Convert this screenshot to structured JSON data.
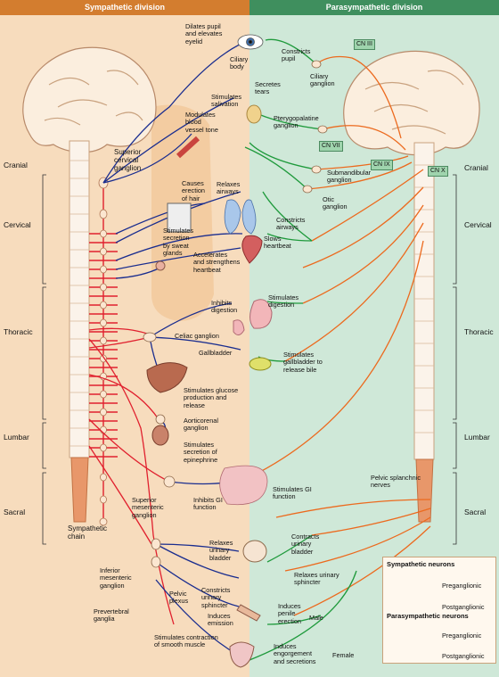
{
  "headers": {
    "left": "Sympathetic division",
    "right": "Parasympathetic division"
  },
  "regions_left": [
    "Cranial",
    "Cervical",
    "Thoracic",
    "Lumbar",
    "Sacral"
  ],
  "regions_right": [
    "Cranial",
    "Cervical",
    "Thoracic",
    "Lumbar",
    "Sacral"
  ],
  "cranial_nerves": [
    "CN III",
    "CN VII",
    "CN IX",
    "CN X"
  ],
  "symp_labels": {
    "dilates_pupil": "Dilates pupil\nand elevates\neyelid",
    "ciliary_body": "Ciliary\nbody",
    "stimulates_salivation": "Stimulates\nsalivation",
    "modulates_tone": "Modulates\nblood\nvessel tone",
    "superior_cervical": "Superior\ncervical\nganglion",
    "causes_erection_hair": "Causes\nerection\nof hair",
    "relaxes_airways": "Relaxes\nairways",
    "sweat": "Stimulates\nsecretion\nby sweat\nglands",
    "accelerates": "Accelerates\nand strengthens\nheartbeat",
    "inhibits_digestion": "Inhibits\ndigestion",
    "celiac": "Celiac ganglion",
    "gallbladder": "Gallbladder",
    "glucose": "Stimulates glucose\nproduction and\nrelease",
    "aorticorenal": "Aorticorenal\nganglion",
    "epinephrine": "Stimulates\nsecretion of\nepinephrine",
    "superior_mesenteric": "Superior\nmesenteric\nganglion",
    "inhibits_gi": "Inhibits GI\nfunction",
    "sympathetic_chain": "Sympathetic\nchain",
    "inferior_mesenteric": "Inferior\nmesenteric\nganglion",
    "prevertebral": "Prevertebral\nganglia",
    "pelvic_plexus": "Pelvic\nplexus",
    "relaxes_bladder": "Relaxes\nurinary\nbladder",
    "constricts_sphincter": "Constricts\nurinary\nsphincter",
    "induces_emission": "Induces\nemission",
    "smooth_muscle": "Stimulates contraction\nof smooth muscle"
  },
  "para_labels": {
    "constricts_pupil": "Constricts\npupil",
    "ciliary_ganglion": "Ciliary\nganglion",
    "secretes_tears": "Secretes\ntears",
    "pterygopalatine": "Pterygopalatine\nganglion",
    "submandibular": "Submandibular\nganglion",
    "otic": "Otic\nganglion",
    "constricts_airways": "Constricts\nairways",
    "slows_heartbeat": "Slows\nheartbeat",
    "stimulates_digestion": "Stimulates\ndigestion",
    "stimulates_gallbladder": "Stimulates\ngallbladder to\nrelease bile",
    "stimulates_gi": "Stimulates GI\nfunction",
    "pelvic_splanchnic": "Pelvic splanchnic\nnerves",
    "contracts_bladder": "Contracts\nurinary\nbladder",
    "relaxes_sphincter": "Relaxes urinary\nsphincter",
    "penile": "Induces\npenile\nerection",
    "male": "Male",
    "engorgement": "Induces\nengorgement\nand secretions",
    "female": "Female"
  },
  "legend": {
    "symp_title": "Sympathetic neurons",
    "para_title": "Parasympathetic neurons",
    "pre": "Preganglionic",
    "post": "Postganglionic"
  },
  "colors": {
    "symp_pre": "#e0202e",
    "symp_post": "#1a2d8f",
    "para_pre": "#ec6a1e",
    "para_post": "#1f9a3c"
  }
}
